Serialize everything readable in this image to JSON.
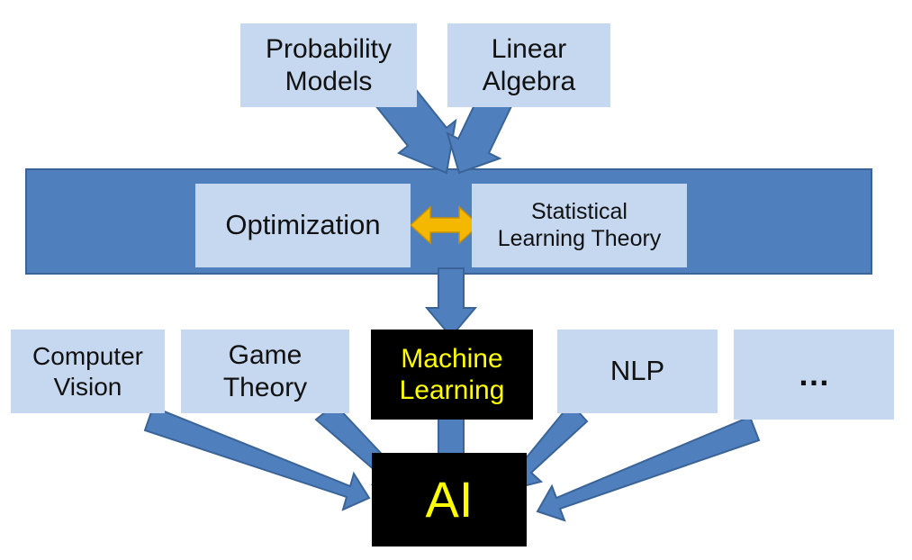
{
  "nodes": {
    "probability_models": "Probability\nModels",
    "linear_algebra": "Linear\nAlgebra",
    "optimization": "Optimization",
    "statistical_learning_theory": "Statistical\nLearning Theory",
    "computer_vision": "Computer\nVision",
    "game_theory": "Game\nTheory",
    "machine_learning": "Machine\nLearning",
    "nlp": "NLP",
    "more": "…",
    "ai": "AI"
  },
  "colors": {
    "box_light": "#c6d8f0",
    "band": "#4f7fbd",
    "arrow": "#4f7fbd",
    "arrow_outline": "#3a6497",
    "double_arrow": "#f5b800",
    "highlight_text": "#ffff00",
    "dark_box": "#000000"
  }
}
